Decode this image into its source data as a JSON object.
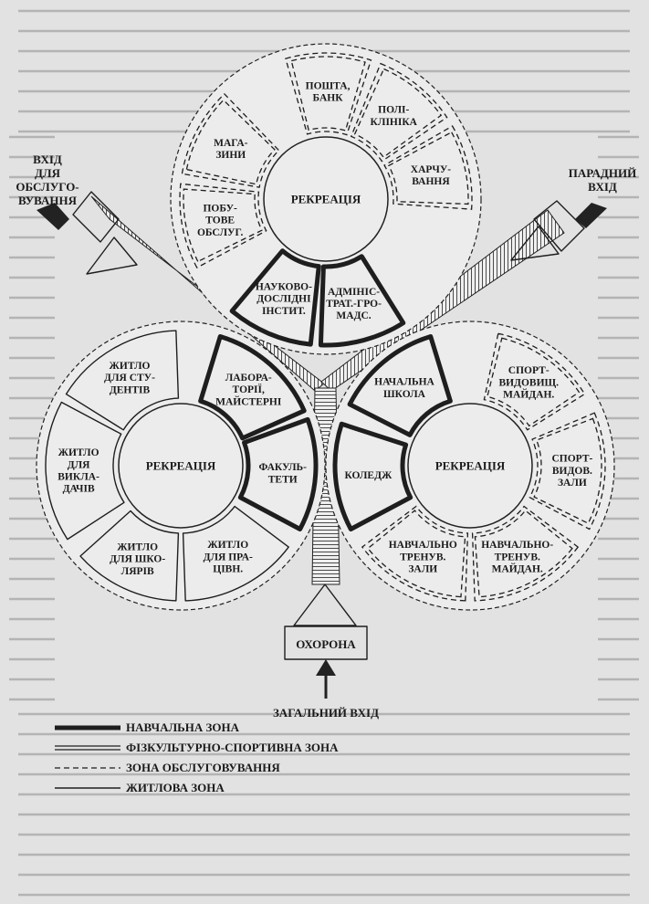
{
  "diagram": {
    "center_top": "РЕКРЕАЦІЯ",
    "center_left": "РЕКРЕАЦІЯ",
    "center_right": "РЕКРЕАЦІЯ",
    "top_ring": [
      "ПОШТА,|БАНК",
      "ПОЛІ-|КЛІНІКА",
      "ХАРЧУ-|ВАННЯ",
      "АДМІНІС-|ТРАТ.-ГРО-|МАДС.",
      "НАУКОВО-|ДОСЛІДНІ|ІНСТИТ.",
      "ПОБУ-|ТОВЕ|ОБСЛУГ.",
      "МАГА-|ЗИНИ"
    ],
    "left_ring": [
      "ЛАБОРА-|ТОРІЇ,|МАЙСТЕРНІ",
      "ФАКУЛЬ-|ТЕТИ",
      "ЖИТЛО|ДЛЯ ПРА-|ЦІВН.",
      "ЖИТЛО|ДЛЯ ШКО-|ЛЯРІВ",
      "ЖИТЛО|ДЛЯ|ВИКЛА-|ДАЧІВ",
      "ЖИТЛО|ДЛЯ СТУ-|ДЕНТІВ"
    ],
    "right_ring": [
      "СПОРТ-|ВИДОВИЩ.|МАЙДАН.",
      "СПОРТ-|ВИДОВ.|ЗАЛИ",
      "НАВЧАЛЬНО-|ТРЕНУВ.|МАЙДАН.",
      "НАВЧАЛЬНО|ТРЕНУВ.|ЗАЛИ",
      "КОЛЕДЖ",
      "НАЧАЛЬНА|ШКОЛА"
    ],
    "entrance_left": "ВХІД|ДЛЯ|ОБСЛУГО-|ВУВАННЯ",
    "entrance_right": "ПАРАДНИЙ|ВХІД",
    "guard": "ОХОРОНА",
    "main_entrance": "ЗАГАЛЬНИЙ ВХІД"
  },
  "legend": [
    {
      "label": "НАВЧАЛЬНА ЗОНА",
      "style": "thick"
    },
    {
      "label": "ФІЗКУЛЬТУРНО-СПОРТИВНА ЗОНА",
      "style": "double"
    },
    {
      "label": "ЗОНА ОБСЛУГОВУВАННЯ",
      "style": "dashed"
    },
    {
      "label": "ЖИТЛОВА ЗОНА",
      "style": "thin"
    }
  ],
  "colors": {
    "background": "#e2e2e2",
    "ink": "#1e1e1e",
    "ring_fill": "#ececec",
    "faded_text": "#b4b4b4"
  }
}
